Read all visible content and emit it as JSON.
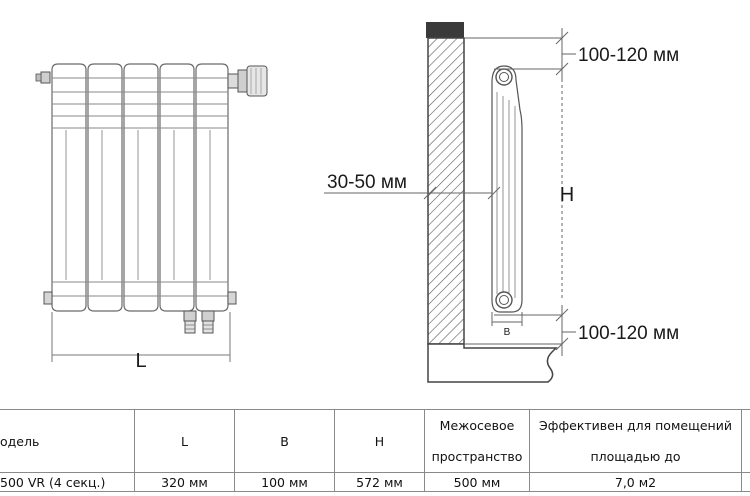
{
  "diagram": {
    "front_view": {
      "width_label": "L"
    },
    "side_view": {
      "top_gap_label": "100-120 мм",
      "wall_gap_label": "30-50 мм",
      "height_label": "H",
      "depth_label": "B",
      "bottom_gap_label": "100-120 мм"
    }
  },
  "table": {
    "headers": {
      "model": "одель",
      "l": "L",
      "b": "B",
      "h": "H",
      "center_line1": "Межосевое",
      "center_line2": "пространство",
      "effective_line1": "Эффективен для помещений",
      "effective_line2": "площадью до"
    },
    "row": {
      "model": "500 VR (4 секц.)",
      "l": "320 мм",
      "b": "100 мм",
      "h": "572 мм",
      "center": "500 мм",
      "effective": "7,0 м2"
    }
  }
}
